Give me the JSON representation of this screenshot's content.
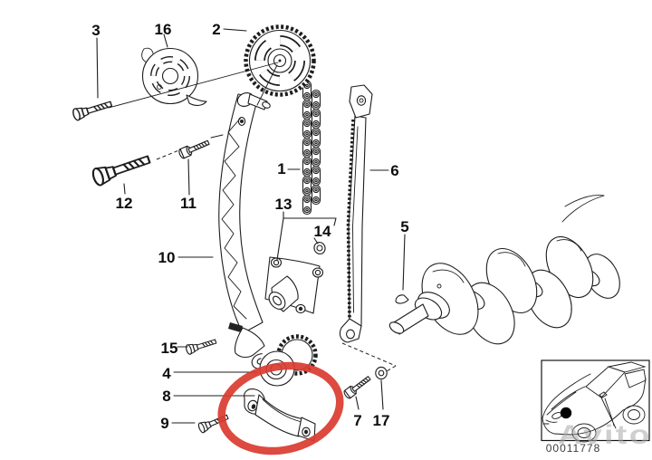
{
  "diagram": {
    "callouts": {
      "c1": "1",
      "c2": "2",
      "c3": "3",
      "c4": "4",
      "c5": "5",
      "c6": "6",
      "c7": "7",
      "c8": "8",
      "c9": "9",
      "c10": "10",
      "c11": "11",
      "c12": "12",
      "c13": "13",
      "c14": "14",
      "c15": "15",
      "c16": "16",
      "c17": "17"
    },
    "code": "00011778",
    "watermark": "Avito",
    "colors": {
      "highlight": "#d93b30",
      "watermark": "#a8a8a8",
      "line": "#1d1d1d"
    }
  }
}
